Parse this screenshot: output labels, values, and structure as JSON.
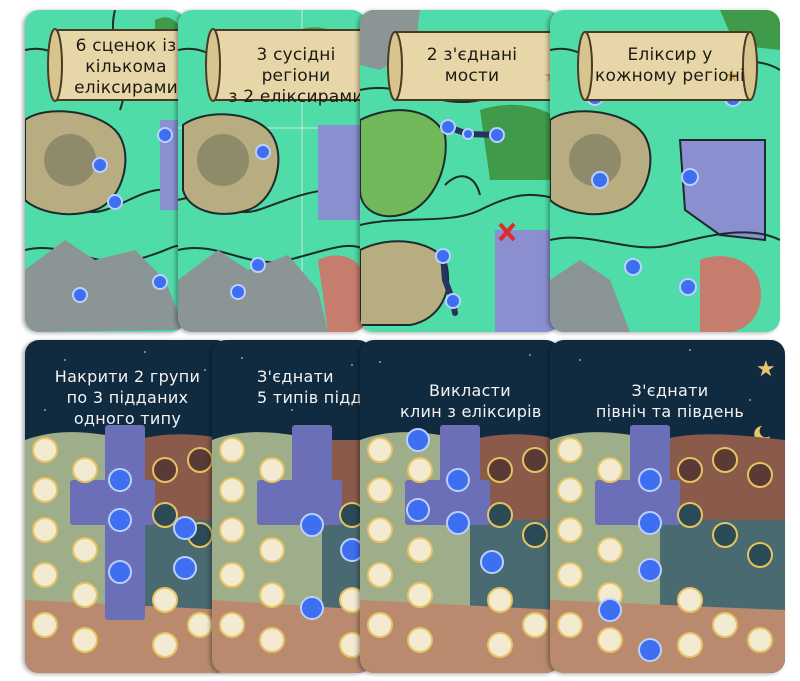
{
  "top_cards": [
    {
      "title_line1": "6 сценок із",
      "title_line2": "кількома",
      "title_line3": "еліксирами"
    },
    {
      "title_line1": "3 сусідні регіони",
      "title_line2": "з 2 еліксирами"
    },
    {
      "title_line1": "2 з'єднані",
      "title_line2": "мости"
    },
    {
      "title_line1": "Еліксир у",
      "title_line2": "кожному регіоні"
    }
  ],
  "bottom_cards": [
    {
      "title_line1": "Накрити 2 групи",
      "title_line2": "по 3 підданих",
      "title_line3": "одного типу"
    },
    {
      "title_line1": "З'єднати",
      "title_line2": "5 типів підд"
    },
    {
      "title_line1": "Викласти",
      "title_line2": "клин з еліксирів"
    },
    {
      "title_line1": "З'єднати",
      "title_line2": "північ та південь"
    }
  ],
  "colors": {
    "map_green": "#4fdca8",
    "night_blue": "#102a40",
    "scroll": "#e7d7a8",
    "elixir": "#3d6ff0",
    "star": "#e9c56a"
  }
}
